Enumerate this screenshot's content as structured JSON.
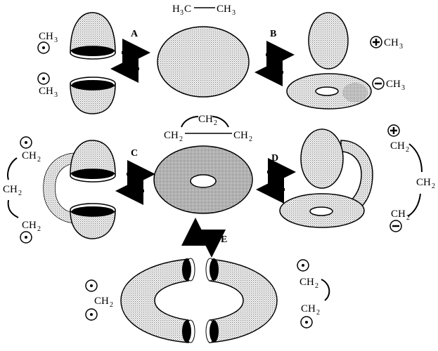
{
  "labels": {
    "ethane_h3c": "H",
    "ethane_h3c_sub": "3",
    "ethane_h3c_c": "C",
    "ethane_ch3": "CH",
    "ethane_ch3_sub": "3",
    "ch3": "CH",
    "ch2": "CH",
    "sub3": "3",
    "sub2": "2"
  },
  "steps": {
    "a": "A",
    "b": "B",
    "c": "C",
    "d": "D",
    "e": "E"
  },
  "symbols": {
    "radical": "•",
    "plus": "+",
    "minus": "−"
  },
  "colors": {
    "stroke": "#000000",
    "lobe_fill": "#e6e6e6",
    "dark_fill": "#bdbdbd",
    "background": "#ffffff"
  }
}
